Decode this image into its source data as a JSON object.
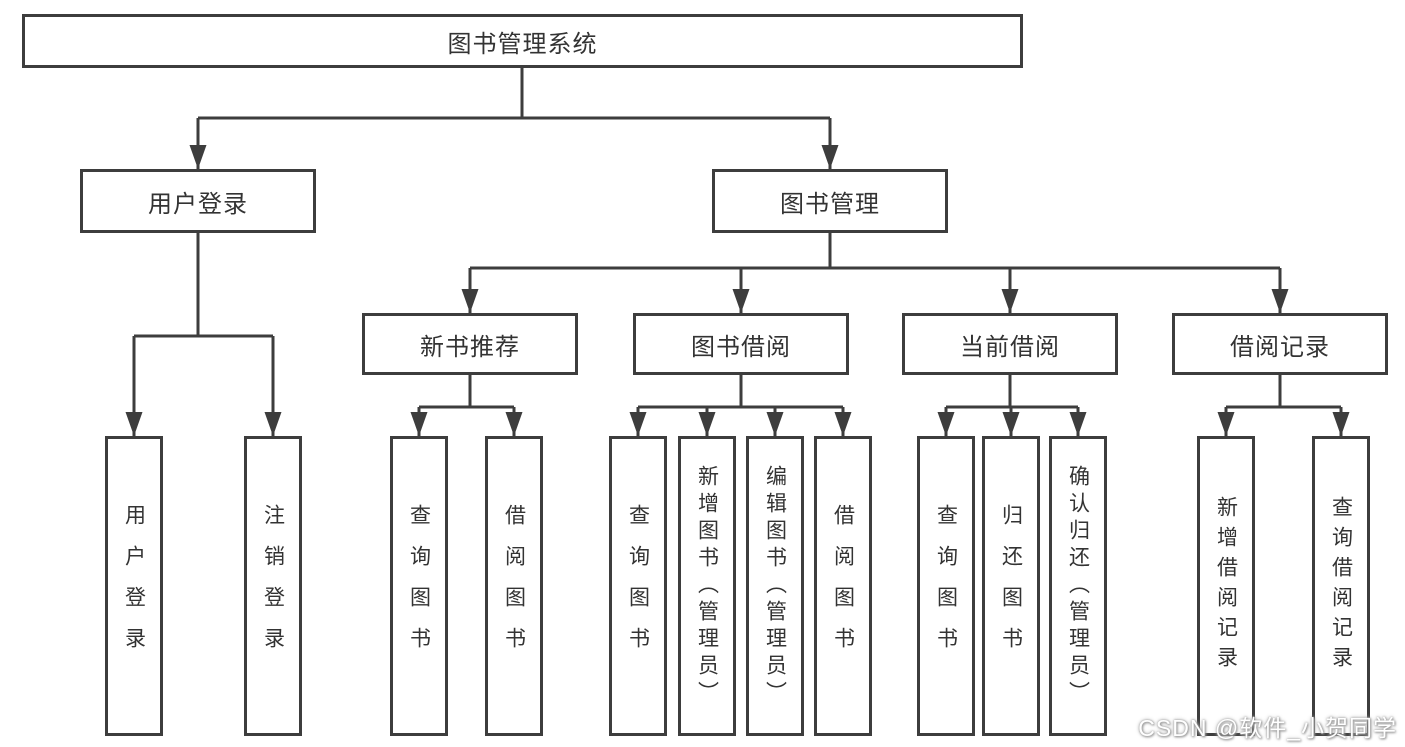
{
  "diagram": {
    "root": {
      "label": "图书管理系统"
    },
    "branches": {
      "user_login": {
        "label": "用户登录",
        "children": [
          {
            "label": "用户登录"
          },
          {
            "label": "注销登录"
          }
        ]
      },
      "book_mgmt": {
        "label": "图书管理",
        "children": [
          {
            "label": "新书推荐",
            "children": [
              {
                "label": "查询图书"
              },
              {
                "label": "借阅图书"
              }
            ]
          },
          {
            "label": "图书借阅",
            "children": [
              {
                "label": "查询图书"
              },
              {
                "label": "新增图书（管理员）"
              },
              {
                "label": "编辑图书（管理员）"
              },
              {
                "label": "借阅图书"
              }
            ]
          },
          {
            "label": "当前借阅",
            "children": [
              {
                "label": "查询图书"
              },
              {
                "label": "归还图书"
              },
              {
                "label": "确认归还（管理员）"
              }
            ]
          },
          {
            "label": "借阅记录",
            "children": [
              {
                "label": "新增借阅记录"
              },
              {
                "label": "查询借阅记录"
              }
            ]
          }
        ]
      }
    }
  },
  "watermark": {
    "text": "CSDN @软件_小贺同学"
  },
  "colors": {
    "line": "#3d3d3d",
    "box_border": "#3d3d3d",
    "text": "#333333",
    "background": "#ffffff",
    "watermark_text": "#ffffff"
  }
}
